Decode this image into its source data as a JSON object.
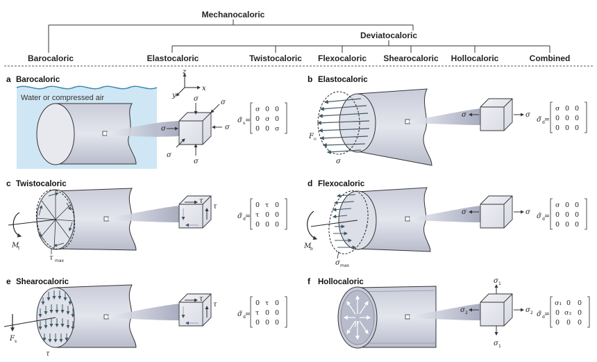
{
  "tree": {
    "root": "Mechanocaloric",
    "branch": "Deviatocaloric",
    "leaves": [
      "Barocaloric",
      "Elastocaloric",
      "Twistocaloric",
      "Flexocaloric",
      "Shearocaloric",
      "Hollocaloric",
      "Combined"
    ]
  },
  "panels": [
    {
      "letter": "a",
      "title": "Barocaloric",
      "medium": "Water or compressed air",
      "tensor_symbol": "σ̃",
      "tensor_sub": "s",
      "matrix": [
        [
          "σ",
          "0",
          "0"
        ],
        [
          "0",
          "σ",
          "0"
        ],
        [
          "0",
          "0",
          "σ"
        ]
      ]
    },
    {
      "letter": "b",
      "title": "Elastocaloric",
      "tensor_symbol": "σ̃",
      "tensor_sub": "d",
      "matrix": [
        [
          "σ",
          "0",
          "0"
        ],
        [
          "0",
          "0",
          "0"
        ],
        [
          "0",
          "0",
          "0"
        ]
      ]
    },
    {
      "letter": "c",
      "title": "Twistocaloric",
      "tensor_symbol": "σ̃",
      "tensor_sub": "d",
      "matrix": [
        [
          "0",
          "τ",
          "0"
        ],
        [
          "τ",
          "0",
          "0"
        ],
        [
          "0",
          "0",
          "0"
        ]
      ]
    },
    {
      "letter": "d",
      "title": "Flexocaloric",
      "tensor_symbol": "σ̃",
      "tensor_sub": "d",
      "matrix": [
        [
          "σ",
          "0",
          "0"
        ],
        [
          "0",
          "0",
          "0"
        ],
        [
          "0",
          "0",
          "0"
        ]
      ]
    },
    {
      "letter": "e",
      "title": "Shearocaloric",
      "tensor_symbol": "σ̃",
      "tensor_sub": "d",
      "matrix": [
        [
          "0",
          "τ",
          "0"
        ],
        [
          "τ",
          "0",
          "0"
        ],
        [
          "0",
          "0",
          "0"
        ]
      ]
    },
    {
      "letter": "f",
      "title": "Hollocaloric",
      "tensor_symbol": "σ̃",
      "tensor_sub": "d",
      "matrix": [
        [
          "σ₁",
          "0",
          "0"
        ],
        [
          "0",
          "σ₂",
          "0"
        ],
        [
          "0",
          "0",
          "0"
        ]
      ]
    }
  ],
  "labels": {
    "sigma": "σ",
    "tau": "τ",
    "axis_x": "x",
    "axis_y": "y",
    "axis_z": "z",
    "Fn": "F",
    "Fn_sub": "n",
    "Mt": "M",
    "Mt_sub": "t",
    "tau_max": "τ",
    "max": "max",
    "Mb": "M",
    "Mb_sub": "b",
    "sigma_max": "σ",
    "Fs": "F",
    "Fs_sub": "s",
    "sigma1": "σ",
    "sigma1_sub": "1",
    "sigma2": "σ",
    "sigma2_sub": "2",
    "P": "P"
  }
}
